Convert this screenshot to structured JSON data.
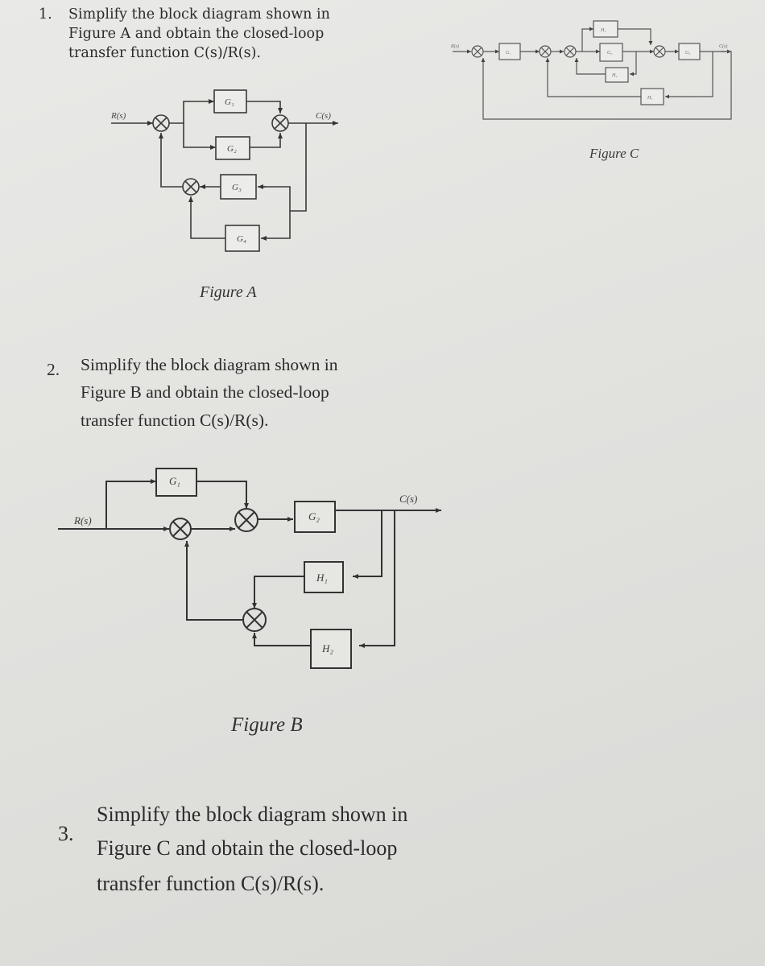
{
  "questions": [
    {
      "number": "1.",
      "lines": [
        "Simplify the block diagram shown in",
        "Figure A and obtain the closed-loop",
        "transfer function C(s)/R(s)."
      ]
    },
    {
      "number": "2.",
      "lines": [
        "Simplify the block diagram shown in",
        "Figure B and obtain the closed-loop",
        "transfer function C(s)/R(s)."
      ]
    },
    {
      "number": "3.",
      "lines": [
        "Simplify the block diagram shown in",
        "Figure C and obtain the closed-loop",
        "transfer function C(s)/R(s)."
      ]
    }
  ],
  "figure_a": {
    "caption": "Figure A",
    "input_label": "R(s)",
    "output_label": "C(s)",
    "blocks": [
      "G₁",
      "G₂",
      "G₃",
      "G₄"
    ]
  },
  "figure_b": {
    "caption": "Figure B",
    "input_label": "R(s)",
    "output_label": "C(s)",
    "blocks": [
      "G₁",
      "G₂",
      "H₁",
      "H₂"
    ]
  },
  "figure_c": {
    "caption": "Figure C",
    "input_label": "R(s)",
    "output_label": "C(s)",
    "blocks": [
      "G₁",
      "G₂",
      "G₃",
      "H₁",
      "H₂",
      "H₃"
    ]
  }
}
